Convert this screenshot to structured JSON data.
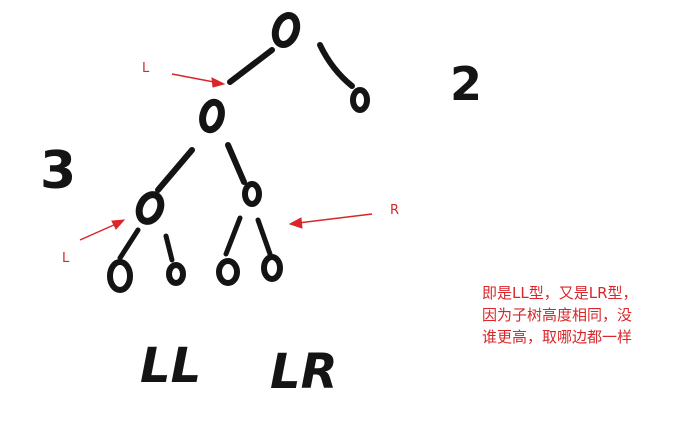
{
  "labels": {
    "left_arrow_top": "L",
    "left_arrow_bottom": "L",
    "right_arrow": "R",
    "number_left": "3",
    "number_right": "2",
    "case_ll": "LL",
    "case_lr": "LR"
  },
  "note": {
    "lines": [
      "即是LL型，又是LR型，",
      "因为子树高度相同，没",
      "谁更高，取哪边都一样"
    ]
  },
  "colors": {
    "ink": "#141414",
    "annotation": "#d9262a"
  }
}
